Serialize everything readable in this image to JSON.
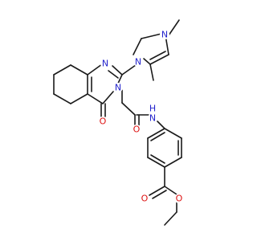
{
  "molecule": {
    "atoms": {
      "n_pz2": {
        "symbol": "N",
        "color": "#2222cc"
      },
      "n_pz1": {
        "symbol": "N",
        "color": "#2222cc"
      },
      "n_q1": {
        "symbol": "N",
        "color": "#2222cc"
      },
      "n_q3": {
        "symbol": "N",
        "color": "#2222cc"
      },
      "o_q4": {
        "symbol": "O",
        "color": "#dd1111"
      },
      "o_amide": {
        "symbol": "O",
        "color": "#dd1111"
      },
      "n_amide": {
        "symbol": "N",
        "color": "#2222cc"
      },
      "h_amide": {
        "symbol": "H",
        "color": "#2222cc"
      },
      "o_ester_carbonyl": {
        "symbol": "O",
        "color": "#dd1111"
      },
      "o_ester": {
        "symbol": "O",
        "color": "#dd1111"
      }
    },
    "colors": {
      "bond": "#1a1a1a",
      "nitrogen": "#2222cc",
      "oxygen": "#dd1111"
    }
  }
}
